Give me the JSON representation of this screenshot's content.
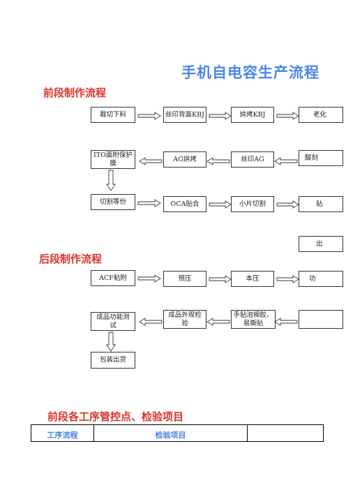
{
  "title": "手机自电容生产流程",
  "front": {
    "heading": "前段制作流程",
    "steps": [
      "裁切下料",
      "丝印背面KBJ",
      "烘烤KBJ",
      "老化",
      "ITO面附保护\n膜",
      "AG烘烤",
      "丝印AG",
      "酸刻",
      "切割等份",
      "OCA贴合",
      "小片切割",
      "贴",
      "出"
    ]
  },
  "back": {
    "heading": "后段制作流程",
    "steps": [
      "ACF粘附",
      "预压",
      "本压",
      "功",
      "成品功能测\n试",
      "成品外观检\n验",
      "手贴泡棉胶、\n易撕贴",
      "",
      "包装出货"
    ]
  },
  "inspection": {
    "heading": "前段各工序管控点、检验项目",
    "columns": [
      "工序流程",
      "检验项目",
      ""
    ]
  }
}
